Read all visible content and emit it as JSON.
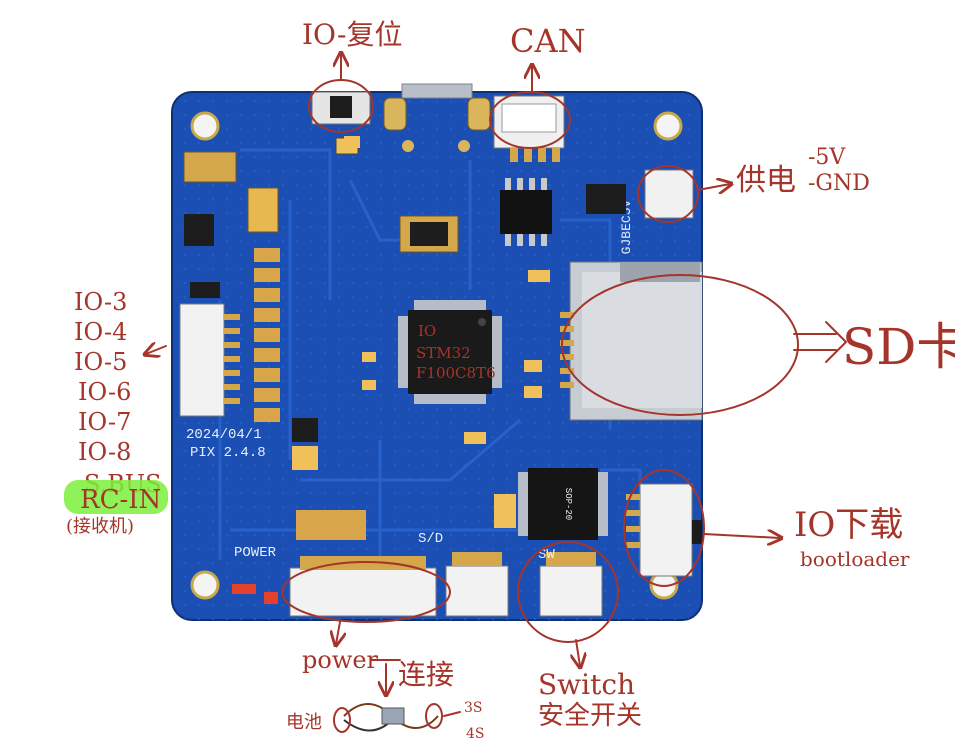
{
  "board": {
    "silkscreen": {
      "date": "2024/04/1",
      "version": "PIX 2.4.8",
      "bec": "GJBEC5V",
      "power": "POWER",
      "sd_port": "S/D",
      "sw_port": "SW",
      "chip_sop": "SOP-20"
    },
    "chip_note": [
      "IO",
      "STM32",
      "F100C8T6"
    ]
  },
  "annotations": {
    "io_reset": "IO-复位",
    "can": "CAN",
    "power_supply": "供电",
    "power_pins": [
      "-5V",
      "-GND"
    ],
    "sd_card": "SD卡",
    "io_ports": [
      "IO-3",
      "IO-4",
      "IO-5",
      "IO-6",
      "IO-7",
      "IO-8",
      "S.BUS"
    ],
    "rc_in": "RC-IN",
    "rc_in_note": "(接收机)",
    "io_download": "IO下载",
    "bootloader": "bootloader",
    "power_label": "power",
    "connect": "连接",
    "battery": "电池",
    "voltage": [
      "3S",
      "4S"
    ],
    "switch": "Switch",
    "safety_switch": "安全开关"
  },
  "colors": {
    "board": "#1b4fb4",
    "silk": "#e9eef7",
    "ink": "#a5352a",
    "highlight": "#7cf03c"
  }
}
